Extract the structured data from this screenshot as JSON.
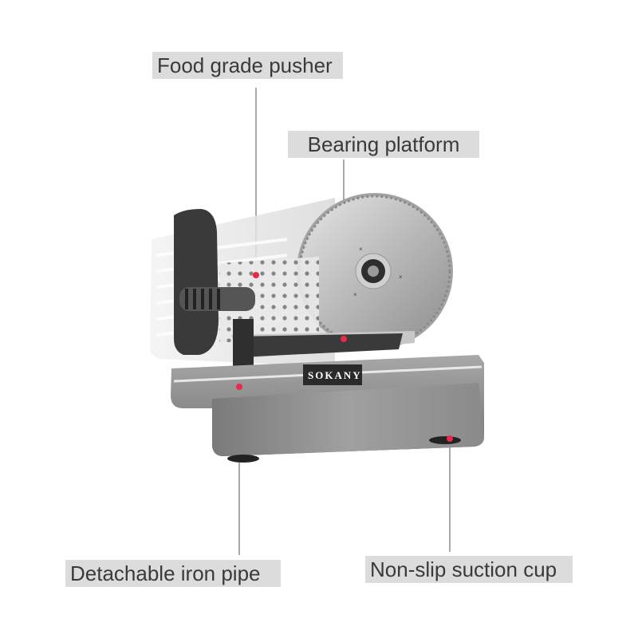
{
  "labels": {
    "pusher": "Food grade pusher",
    "platform": "Bearing platform",
    "pipe": "Detachable iron pipe",
    "cup": "Non-slip suction cup"
  },
  "brand": "SOKANY",
  "colors": {
    "label_bg": "#dcdcdc",
    "label_text": "#3a3a3a",
    "marker": "#e8294a",
    "body_grey": "#8a8a8a",
    "dark": "#333333"
  }
}
